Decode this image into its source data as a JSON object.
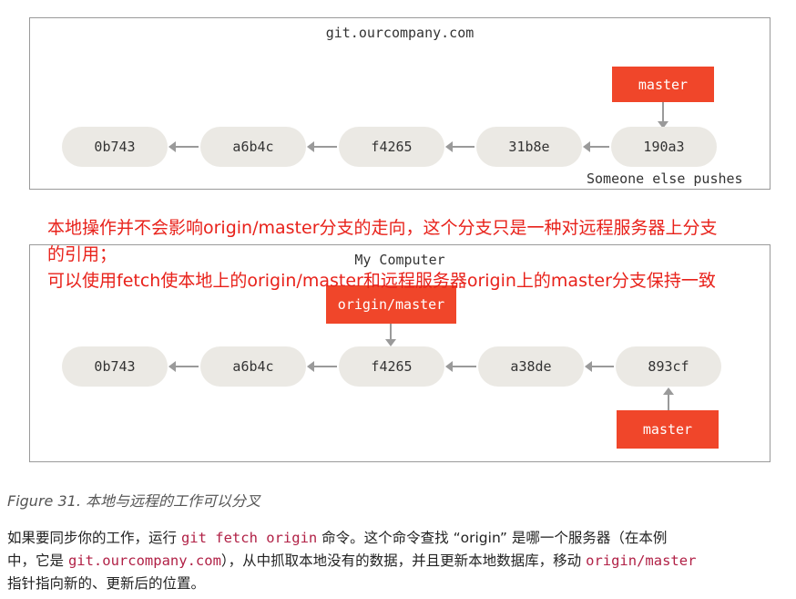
{
  "remote_panel": {
    "title": "git.ourcompany.com",
    "commits": [
      "0b743",
      "a6b4c",
      "f4265",
      "31b8e",
      "190a3"
    ],
    "ref_label": "master",
    "footer": "Someone else pushes"
  },
  "note": {
    "line1": "本地操作并不会影响origin/master分支的走向，这个分支只是一种对远程服务器上分支",
    "line2": "的引用；",
    "line3": "可以使用fetch使本地上的origin/master和远程服务器origin上的master分支保持一致"
  },
  "local_panel": {
    "title": "My Computer",
    "commits": [
      "0b743",
      "a6b4c",
      "f4265",
      "a38de",
      "893cf"
    ],
    "origin_ref_label": "origin/master",
    "master_ref_label": "master"
  },
  "figure_caption": "Figure 31. 本地与远程的工作可以分叉",
  "paragraph": {
    "p1": "如果要同步你的工作，运行 ",
    "c1": "git fetch origin",
    "p2": " 命令。这个命令查找 “origin” 是哪一个服务器（在本例",
    "p3": "中，它是 ",
    "c2": "git.ourcompany.com",
    "p4": "），从中抓取本地没有的数据，并且更新本地数据库，移动 ",
    "c3": "origin/master",
    "p5": "指针指向新的、更新后的位置。"
  },
  "colors": {
    "ref_fill": "#f0462a",
    "commit_fill": "#ebe9e4",
    "note_text": "#e8211a",
    "code_text": "#b12146"
  }
}
